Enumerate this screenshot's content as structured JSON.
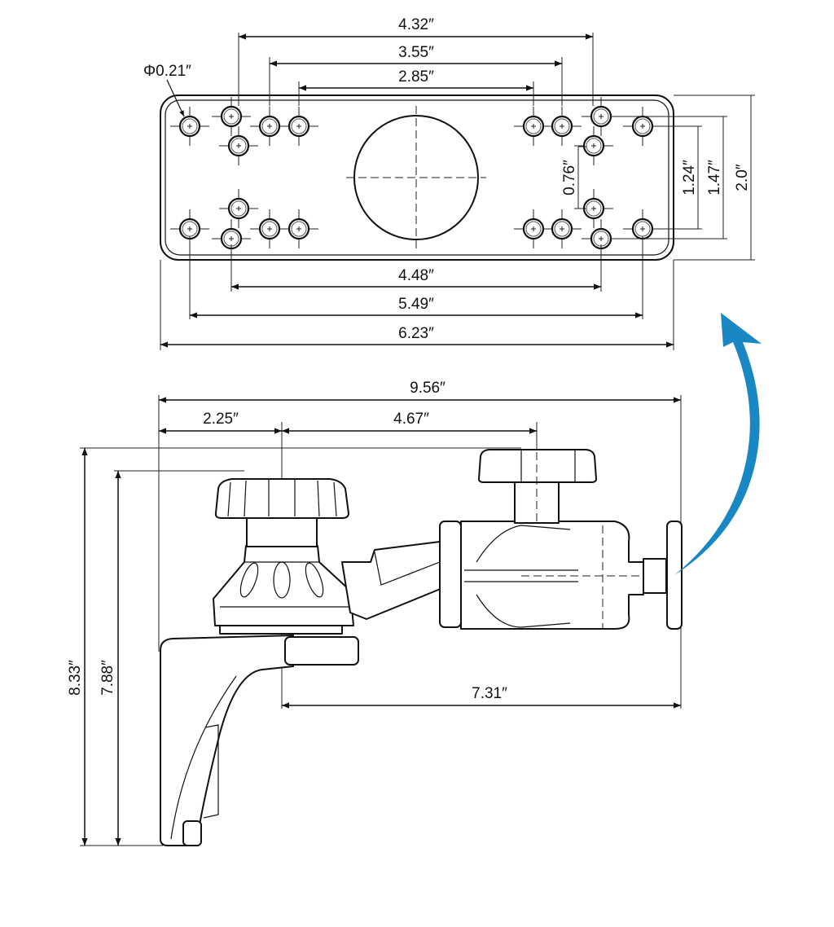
{
  "title": "Mount plate and arm dimension drawing",
  "plate_view": {
    "hole_diameter": "Φ0.21″",
    "dimensions_horizontal_top": [
      "4.32″",
      "3.55″",
      "2.85″"
    ],
    "dimensions_horizontal_bottom": [
      "4.48″",
      "5.49″",
      "6.23″"
    ],
    "dimensions_vertical": [
      "0.76″",
      "1.24″",
      "1.47″",
      "2.0″"
    ]
  },
  "side_view": {
    "overall_width": "9.56″",
    "base_to_knob_center": "2.25″",
    "knob_to_clamp_knob": "4.67″",
    "knob_to_plate": "7.31″",
    "overall_height": "8.33″",
    "bracket_height": "7.88″"
  },
  "colors": {
    "arrow": "#1887c3",
    "lines": "#111111"
  }
}
